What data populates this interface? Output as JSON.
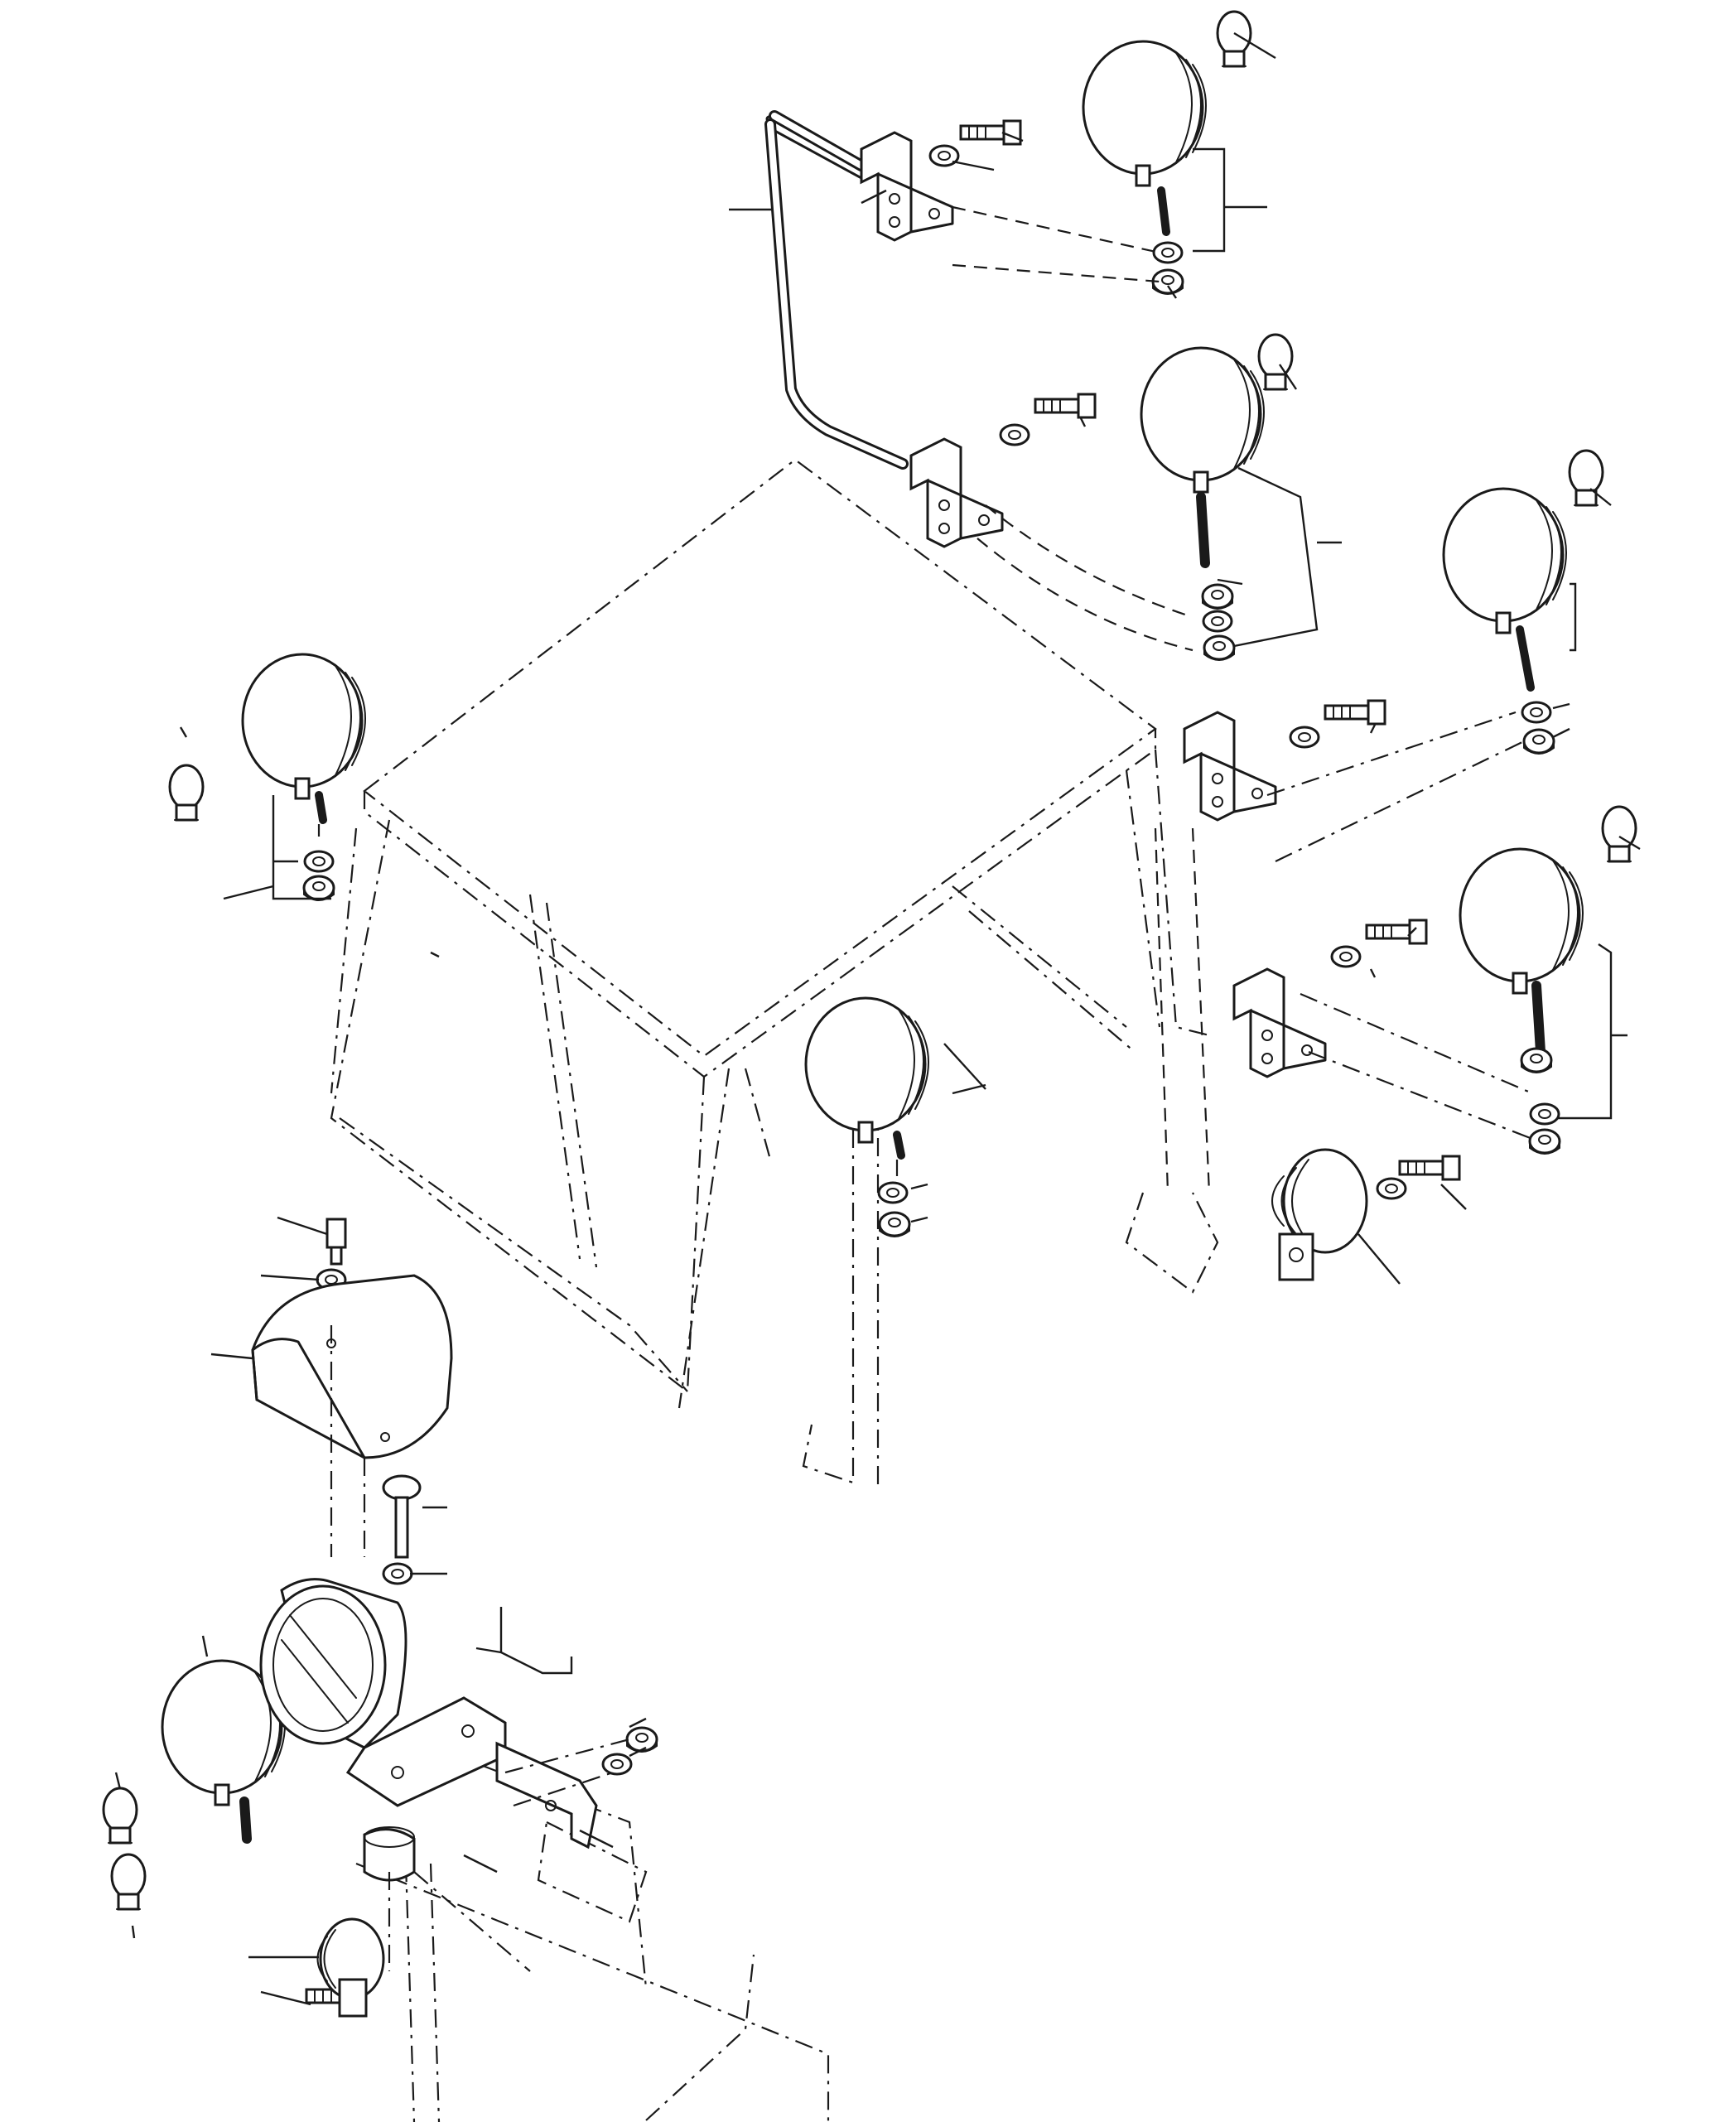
{
  "diagram": {
    "type": "exploded-parts-view",
    "labels": [],
    "components": [
      {
        "name": "work-lamp",
        "count": 8
      },
      {
        "name": "lamp-bulb",
        "count": 8
      },
      {
        "name": "lamp-bracket",
        "count": 4
      },
      {
        "name": "guard-bar",
        "count": 1
      },
      {
        "name": "cab-frame",
        "count": 1
      },
      {
        "name": "horn",
        "count": 2
      },
      {
        "name": "mount-bracket-cradle",
        "count": 2
      },
      {
        "name": "bolt",
        "count": 10
      },
      {
        "name": "washer",
        "count": 14
      },
      {
        "name": "nut",
        "count": 9
      }
    ],
    "colors": {
      "line": "#1a1a1a",
      "background": "#ffffff"
    }
  }
}
